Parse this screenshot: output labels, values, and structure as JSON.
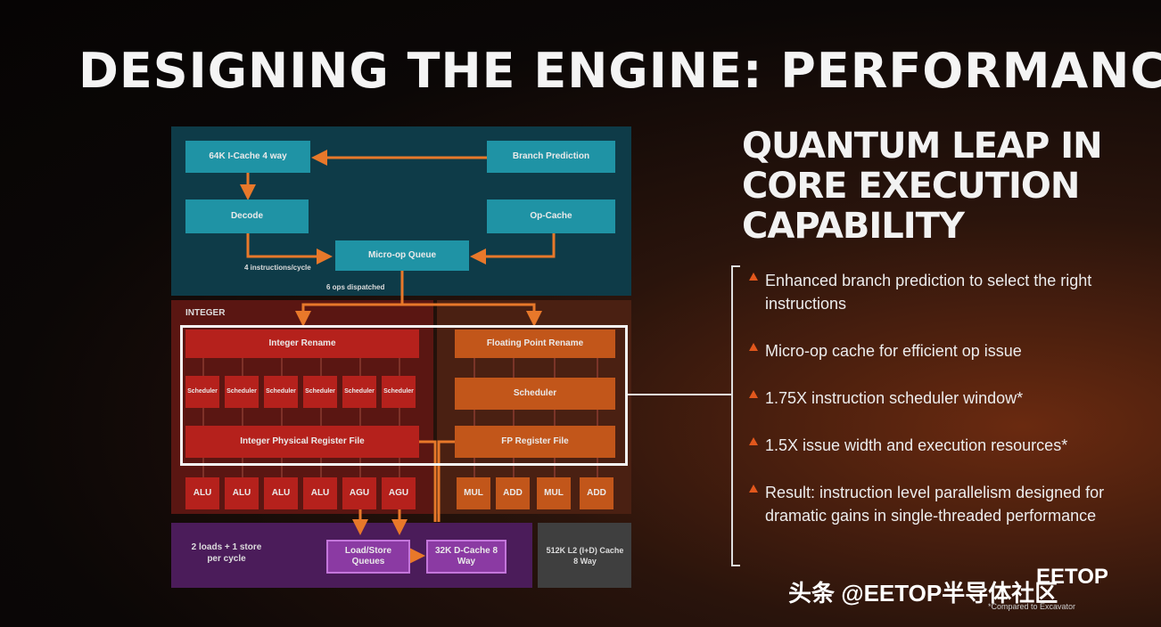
{
  "title": "DESIGNING THE ENGINE: PERFORMANCE",
  "subtitle": [
    "QUANTUM LEAP IN",
    "CORE EXECUTION",
    "CAPABILITY"
  ],
  "bullets": [
    "Enhanced branch prediction to select the right instructions",
    "Micro-op cache for efficient op issue",
    "1.75X instruction scheduler window*",
    "1.5X issue width and execution resources*",
    "Result: instruction level parallelism designed for dramatic gains in single-threaded performance"
  ],
  "footnote": "*Compared to Excavator",
  "watermark": "头条 @EETOP半导体社区",
  "watermark_logo": "EETOP",
  "diagram": {
    "icache": "64K I-Cache 4 way",
    "branch": "Branch Prediction",
    "decode": "Decode",
    "opcache": "Op-Cache",
    "microop": "Micro-op Queue",
    "instr_cycle": "4 instructions/cycle",
    "dispatch": "6 ops dispatched",
    "integer_label": "INTEGER",
    "int_rename": "Integer Rename",
    "schedulers": [
      "Scheduler",
      "Scheduler",
      "Scheduler",
      "Scheduler",
      "Scheduler",
      "Scheduler"
    ],
    "int_regfile": "Integer Physical Register File",
    "int_units": [
      "ALU",
      "ALU",
      "ALU",
      "ALU",
      "AGU",
      "AGU"
    ],
    "fp_rename": "Floating Point Rename",
    "fp_scheduler": "Scheduler",
    "fp_regfile": "FP Register File",
    "fp_units": [
      "MUL",
      "ADD",
      "MUL",
      "ADD"
    ],
    "loads": "2 loads + 1 store per cycle",
    "lsq": "Load/Store Queues",
    "dcache": "32K D-Cache 8 Way",
    "l2": "512K L2 (I+D) Cache 8 Way"
  },
  "colors": {
    "frontend": "#0e3b48",
    "teal_block": "#1f93a5",
    "integer": "#5a1612",
    "red_block": "#b5211c",
    "fp": "#4a2012",
    "orange_block": "#c2561a",
    "loadstore": "#4b1c5a",
    "purple_block": "#8b3aa3",
    "l2": "#3f3f3f",
    "arrow": "#e8782a",
    "bullet_accent": "#e2571c"
  }
}
